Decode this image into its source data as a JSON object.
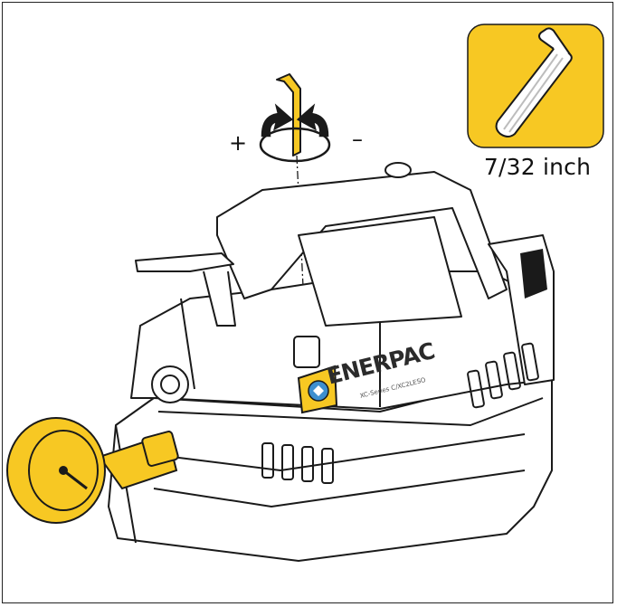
{
  "tool": {
    "name": "hex-key",
    "size_label": "7/32 inch",
    "badge_color": "#F7C823"
  },
  "adjustment": {
    "increase_label": "+",
    "decrease_label": "–"
  },
  "pump": {
    "brand": "ENERPAC",
    "series_label": "XC-Series C/XC2LESO"
  },
  "colors": {
    "accent": "#F7C823",
    "outline": "#1a1a1a",
    "highlight_blue": "#3d8fcf"
  }
}
